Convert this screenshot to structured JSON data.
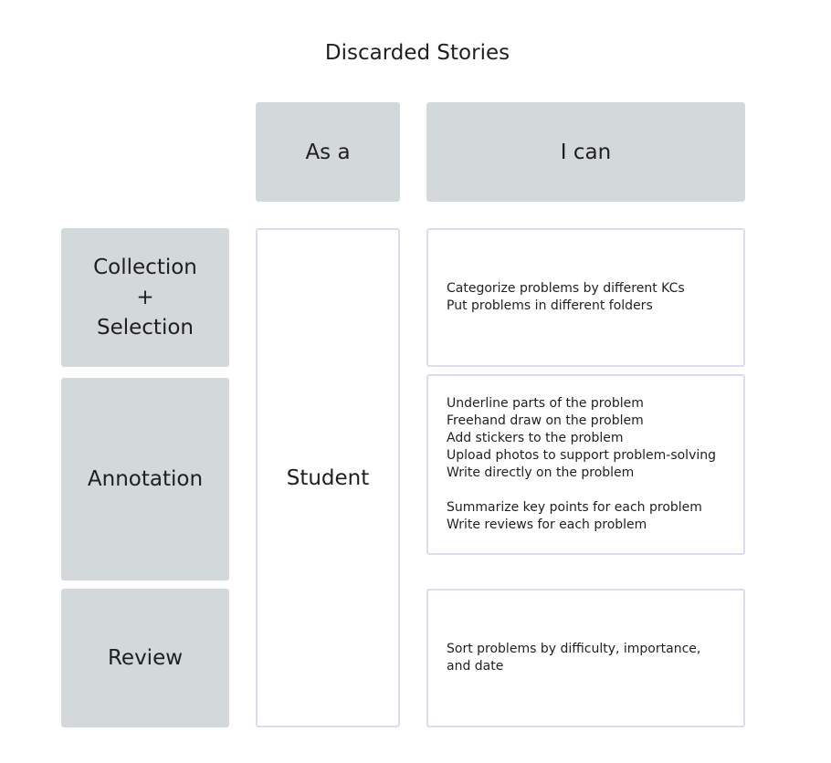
{
  "title": "Discarded Stories",
  "columns": {
    "role_header": "As a",
    "action_header": "I can"
  },
  "role": "Student",
  "rows": [
    {
      "category": "Collection\n+\nSelection",
      "items": [
        "Categorize problems by different KCs",
        "Put problems in different folders"
      ]
    },
    {
      "category": "Annotation",
      "items": [
        "Underline parts of the problem",
        "Freehand draw on the problem",
        "Add stickers to the problem",
        "Upload photos to support problem-solving",
        "Write directly on the problem",
        "",
        "Summarize key points for each problem",
        "Write reviews for each problem"
      ]
    },
    {
      "category": "Review",
      "items": [
        "Sort problems by difficulty, importance, and date"
      ]
    }
  ]
}
